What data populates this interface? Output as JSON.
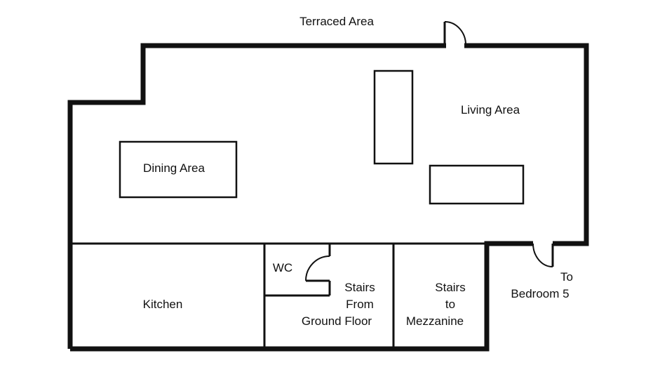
{
  "labels": {
    "terraced_area": "Terraced Area",
    "living_area": "Living Area",
    "dining_area": "Dining Area",
    "kitchen": "Kitchen",
    "wc": "WC",
    "stairs_ground": [
      "Stairs",
      "From",
      "Ground Floor"
    ],
    "stairs_mezzanine": [
      "Stairs",
      "to",
      "Mezzanine"
    ],
    "to_bedroom": [
      "To",
      "Bedroom 5"
    ]
  },
  "colors": {
    "wall": "#111111",
    "background": "#ffffff"
  }
}
